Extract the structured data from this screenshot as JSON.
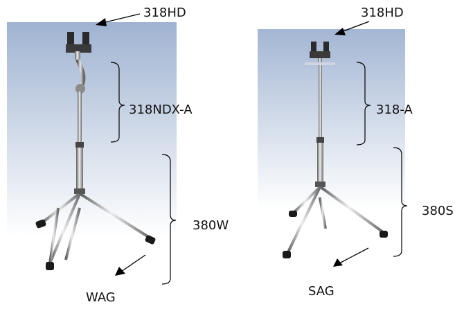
{
  "labels": {
    "left_head": "318HD",
    "left_upper": "318NDX-A",
    "left_lower": "380W",
    "left_base": "WAG",
    "right_head": "318HD",
    "right_upper": "318-A",
    "right_lower": "380S",
    "right_base": "SAG"
  },
  "colors": {
    "panel_top": "#9fb3d1",
    "panel_bottom": "#ffffff",
    "chrome_dark": "#555555",
    "chrome_light": "#e6e6e6",
    "foot": "#1a1a1a"
  }
}
